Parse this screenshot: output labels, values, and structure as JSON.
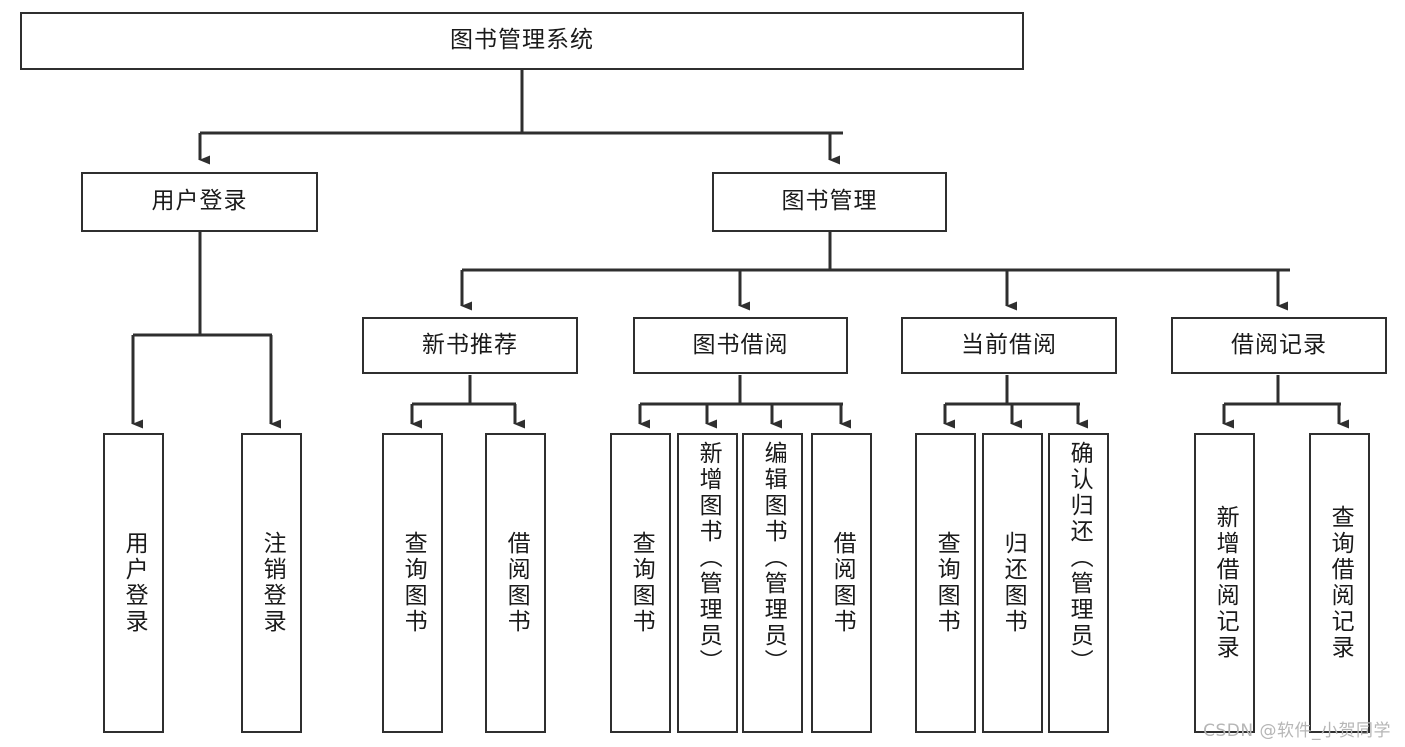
{
  "diagram": {
    "title": "图书管理系统",
    "type": "hierarchy-tree",
    "root": {
      "id": "root",
      "label": "图书管理系统"
    },
    "level2": [
      {
        "id": "user-login",
        "label": "用户登录"
      },
      {
        "id": "book-manage",
        "label": "图书管理"
      }
    ],
    "level3": [
      {
        "id": "new-book-recommend",
        "label": "新书推荐",
        "parent": "book-manage"
      },
      {
        "id": "book-borrow",
        "label": "图书借阅",
        "parent": "book-manage"
      },
      {
        "id": "current-borrow",
        "label": "当前借阅",
        "parent": "book-manage"
      },
      {
        "id": "borrow-record",
        "label": "借阅记录",
        "parent": "book-manage"
      }
    ],
    "leaves": [
      {
        "id": "leaf-user-login",
        "label": "用户登录",
        "parent": "user-login"
      },
      {
        "id": "leaf-user-logout",
        "label": "注销登录",
        "parent": "user-login"
      },
      {
        "id": "leaf-query-book-1",
        "label": "查询图书",
        "parent": "new-book-recommend"
      },
      {
        "id": "leaf-borrow-book-1",
        "label": "借阅图书",
        "parent": "new-book-recommend"
      },
      {
        "id": "leaf-query-book-2",
        "label": "查询图书",
        "parent": "book-borrow"
      },
      {
        "id": "leaf-add-book",
        "label": "新增图书（管理员）",
        "parent": "book-borrow"
      },
      {
        "id": "leaf-edit-book",
        "label": "编辑图书（管理员）",
        "parent": "book-borrow"
      },
      {
        "id": "leaf-borrow-book-2",
        "label": "借阅图书",
        "parent": "book-borrow"
      },
      {
        "id": "leaf-query-book-3",
        "label": "查询图书",
        "parent": "current-borrow"
      },
      {
        "id": "leaf-return-book",
        "label": "归还图书",
        "parent": "current-borrow"
      },
      {
        "id": "leaf-confirm-return",
        "label": "确认归还（管理员）",
        "parent": "current-borrow"
      },
      {
        "id": "leaf-add-record",
        "label": "新增借阅记录",
        "parent": "borrow-record"
      },
      {
        "id": "leaf-query-record",
        "label": "查询借阅记录",
        "parent": "borrow-record"
      }
    ]
  },
  "watermark": {
    "text": "CSDN @软件_小贺同学"
  },
  "colors": {
    "stroke": "#2f2f2f",
    "background": "#ffffff",
    "text": "#1a1a1a",
    "watermark": "#b6b6b6"
  }
}
